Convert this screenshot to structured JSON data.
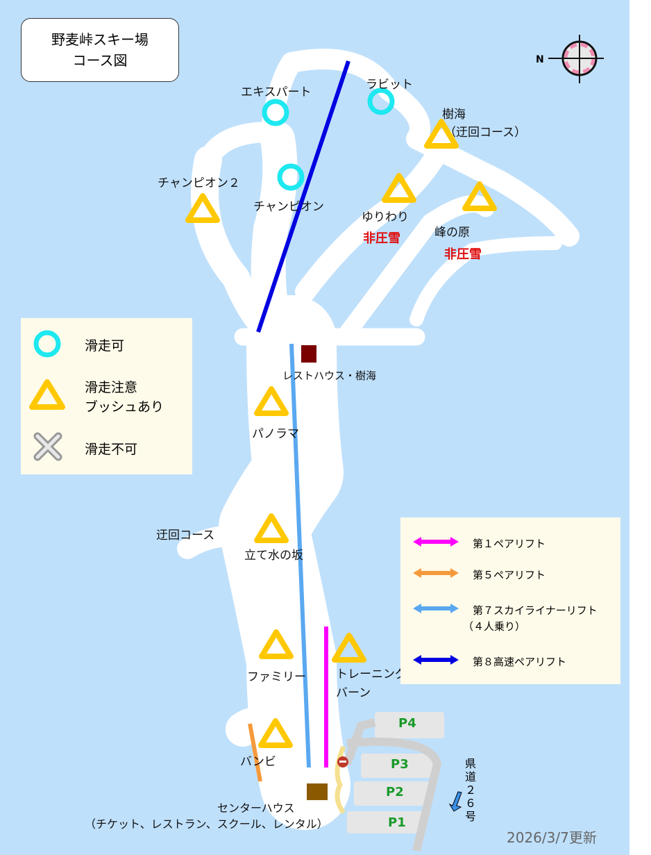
{
  "title": {
    "line1": "野麦峠スキー場",
    "line2": "コース図"
  },
  "compass": {
    "north_label": "N"
  },
  "courses": {
    "expert": {
      "name": "エキスパート",
      "status": "open"
    },
    "rabbit": {
      "name": "ラビット",
      "status": "open"
    },
    "jukai": {
      "name": "樹海",
      "sub": "（迂回コース）",
      "status": "caution"
    },
    "champion2": {
      "name": "チャンピオン２",
      "status": "caution"
    },
    "champion": {
      "name": "チャンピオン",
      "status": "open"
    },
    "yuriwari": {
      "name": "ゆりわり",
      "status": "caution",
      "note": "非圧雪"
    },
    "minenohara": {
      "name": "峰の原",
      "status": "caution",
      "note": "非圧雪"
    },
    "panorama": {
      "name": "パノラマ",
      "status": "caution"
    },
    "detour": {
      "name": "迂回コース"
    },
    "tatemizu": {
      "name": "立て水の坂",
      "status": "caution"
    },
    "family": {
      "name": "ファミリー",
      "status": "caution"
    },
    "training": {
      "name": "トレーニング",
      "name2": "バーン",
      "status": "caution"
    },
    "bambi": {
      "name": "バンビ",
      "status": "caution"
    }
  },
  "facilities": {
    "resthouse": "レストハウス・樹海",
    "centerhouse": "センターハウス",
    "centerhouse_sub": "（チケット、レストラン、スクール、レンタル）"
  },
  "legend": {
    "open": "滑走可",
    "caution1": "滑走注意",
    "caution2": "ブッシュあり",
    "closed": "滑走不可"
  },
  "lifts": [
    {
      "name": "第１ペアリフト",
      "color": "#ff00ff"
    },
    {
      "name": "第５ペアリフト",
      "color": "#f59a3c"
    },
    {
      "name": "第７スカイライナーリフト",
      "sub": "（４人乗り）",
      "color": "#5aa8f0"
    },
    {
      "name": "第８高速ペアリフト",
      "color": "#0000e0"
    }
  ],
  "parking": [
    "P4",
    "P3",
    "P2",
    "P1"
  ],
  "road": [
    "県",
    "道",
    "２",
    "６",
    "号"
  ],
  "updated": "2026/3/7更新",
  "colors": {
    "sea": "#bfe0fb",
    "open": "#1ee8f0",
    "caution": "#ffc800"
  }
}
